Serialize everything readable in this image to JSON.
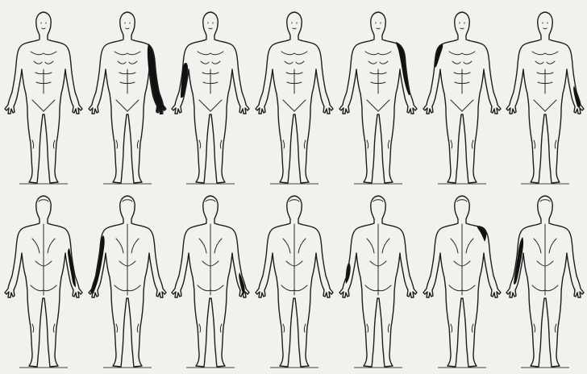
{
  "figures": [
    {
      "view": "front",
      "shaded": []
    },
    {
      "view": "front",
      "shaded": [
        "left-shoulder-full-arm"
      ]
    },
    {
      "view": "front",
      "shaded": [
        "right-upper-arm-outer"
      ]
    },
    {
      "view": "front",
      "shaded": []
    },
    {
      "view": "front",
      "shaded": [
        "left-shoulder-to-forearm"
      ]
    },
    {
      "view": "front",
      "shaded": [
        "right-shoulder-upper-arm"
      ]
    },
    {
      "view": "front",
      "shaded": [
        "left-forearm-hand"
      ]
    },
    {
      "view": "back",
      "shaded": [
        "right-forearm-outer"
      ]
    },
    {
      "view": "back",
      "shaded": [
        "left-upper-arm-to-hand"
      ]
    },
    {
      "view": "back",
      "shaded": [
        "right-forearm-lower"
      ]
    },
    {
      "view": "back",
      "shaded": []
    },
    {
      "view": "back",
      "shaded": [
        "left-forearm-outer"
      ]
    },
    {
      "view": "back",
      "shaded": [
        "right-shoulder-cap"
      ]
    },
    {
      "view": "back",
      "shaded": [
        "left-upper-arm-to-forearm"
      ]
    }
  ],
  "colors": {
    "outline": "#1c1c1c",
    "shade": "#111111",
    "paper": "#f1f1ee"
  }
}
